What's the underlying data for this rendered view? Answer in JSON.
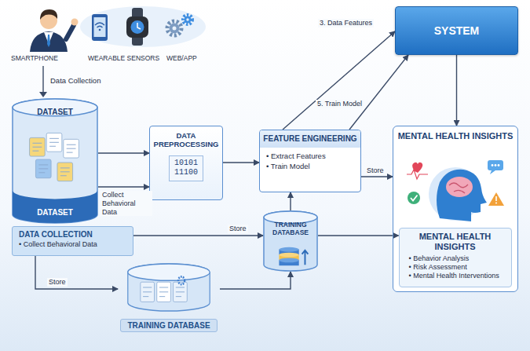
{
  "diagram": {
    "nodes": [
      {
        "text": [
          "DATASET",
          "DATASET"
        ]
      },
      {
        "text": [
          "DATA COLLECTION",
          "• Collect Behavioral Data"
        ]
      },
      {
        "text": [
          "DATA PREPROCESSING",
          "10101 11100"
        ]
      },
      {
        "text": [
          "FEATURE ENGINEERING",
          "• Extract Features",
          "• Train Model"
        ]
      },
      {
        "text": [
          "SYSTEM"
        ]
      },
      {
        "text": [
          "MENTAL HEALTH INSIGHTS"
        ]
      },
      {
        "text": [
          "MENTAL HEALTH INSIGHTS",
          "• Behavior Analysis",
          "• Risk Assessment",
          "• Mental Health Interventions"
        ],
        "in": 5
      },
      {
        "text": [
          "TRAINING DATABASE"
        ]
      },
      {
        "text": [
          "TRAINING DATABASE"
        ]
      }
    ],
    "edges": [
      {
        "from": 0,
        "to": 2,
        "arrow": "to"
      },
      {
        "from": 0,
        "to": 2,
        "label": "Collect Behavioral Data",
        "arrow": "to"
      },
      {
        "from": 2,
        "to": 3,
        "arrow": "to"
      },
      {
        "from": 3,
        "to": 4,
        "label": "3. Data Features",
        "arrow": "to"
      },
      {
        "from": 3,
        "to": 4,
        "label": "5. Train Model",
        "arrow": "to"
      },
      {
        "from": 4,
        "to": 5,
        "arrow": "to"
      },
      {
        "from": 3,
        "to": 5,
        "label": "Store",
        "arrow": "to"
      },
      {
        "from": 1,
        "to": 7,
        "label": "Store",
        "arrow": "to"
      },
      {
        "from": 1,
        "to": 8,
        "label": "Store",
        "arrow": "to"
      },
      {
        "from": 8,
        "to": 7,
        "arrow": "to"
      },
      {
        "from": 7,
        "to": 3,
        "arrow": "to"
      },
      {
        "from": 7,
        "to": 6,
        "arrow": "to"
      }
    ],
    "labels": [
      "SMARTPHONE",
      "WEARABLE SENSORS",
      "WEB/APP",
      "Data Collection"
    ]
  }
}
